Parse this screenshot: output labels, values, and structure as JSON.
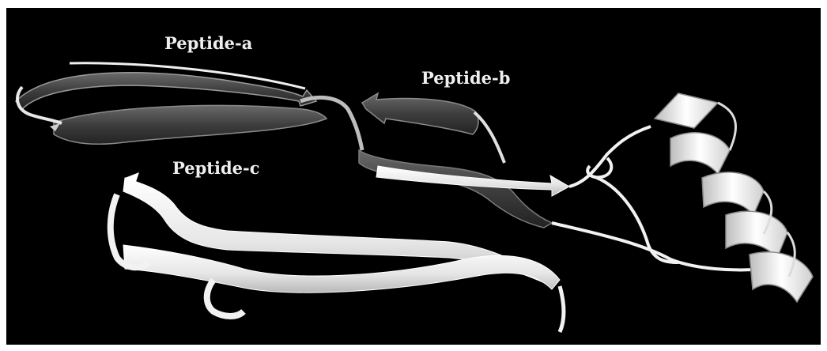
{
  "figure": {
    "labels": {
      "peptide_a": "Peptide-a",
      "peptide_b": "Peptide-b",
      "peptide_c": "Peptide-c"
    },
    "colors": {
      "background": "#000000",
      "highlighted_strands": "#4a4a4a",
      "ribbon": "#f2f2f2",
      "label_text": "#eeeeee"
    }
  }
}
